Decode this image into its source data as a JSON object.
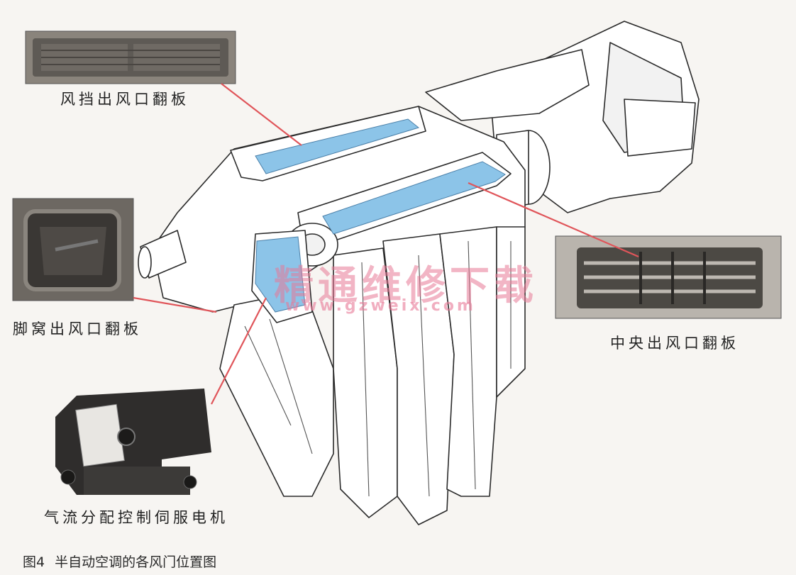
{
  "labels": {
    "windshield_flap": "风挡出风口翻板",
    "footwell_flap": "脚窝出风口翻板",
    "center_flap": "中央出风口翻板",
    "servo_motor": "气流分配控制伺服电机"
  },
  "caption": {
    "number": "图4",
    "title": "半自动空调的各风门位置图"
  },
  "watermark": {
    "text": "精通维修下载",
    "url": "www.gzweix.com"
  },
  "colors": {
    "highlight_blue": "#8cc4e8",
    "leader_line_red": "#e0555a",
    "outline": "#2b2b2b",
    "housing": "#ffffff"
  }
}
